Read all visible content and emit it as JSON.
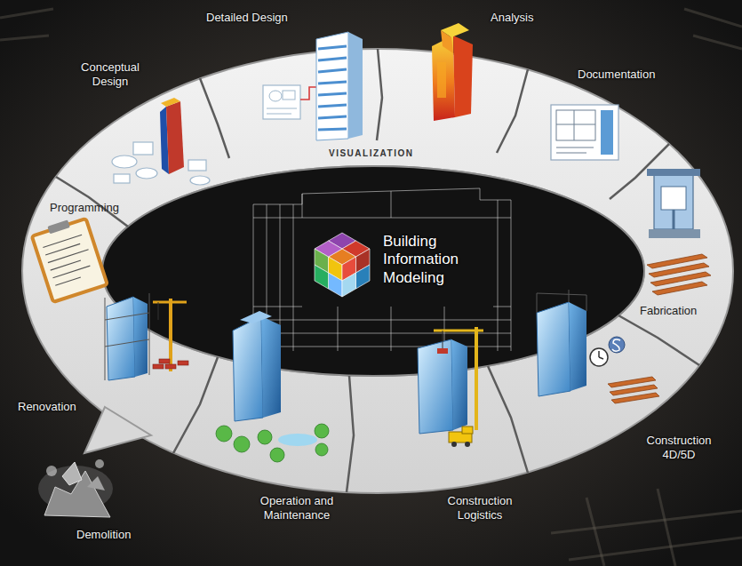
{
  "diagram": {
    "labels": [
      "Conceptual Design",
      "Detailed Design",
      "Analysis",
      "Documentation",
      "VISUALIZATION",
      "Programming",
      "Fabrication",
      "Building Information Modeling",
      "Renovation",
      "Construction 4D/5D",
      "Demolition",
      "Operation and Maintenance",
      "Construction Logistics"
    ]
  }
}
